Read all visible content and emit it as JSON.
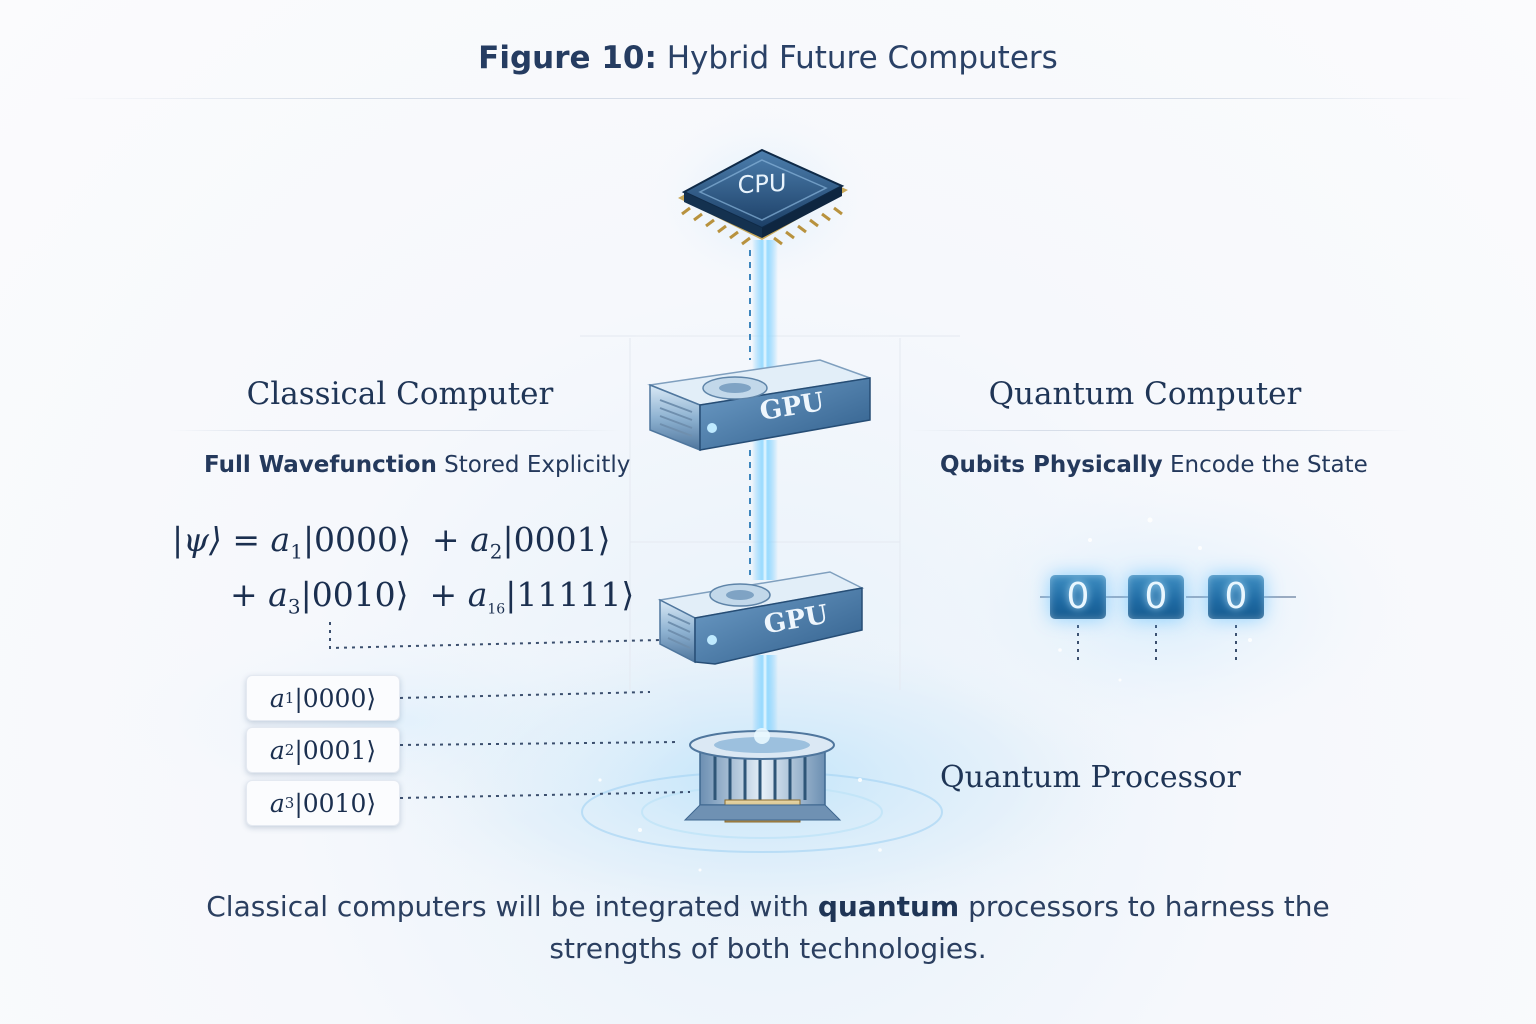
{
  "figure": {
    "label": "Figure 10:",
    "title": "Hybrid Future Computers"
  },
  "classical": {
    "heading": "Classical Computer",
    "sub_bold": "Full Wavefunction",
    "sub_rest": " Stored Explicitly"
  },
  "quantum": {
    "heading": "Quantum Computer",
    "sub_bold": "Qubits Physically",
    "sub_rest": " Encode the State",
    "qubits": [
      "0",
      "0",
      "0"
    ],
    "processor_label": "Quantum Processor"
  },
  "hardware": {
    "cpu_label": "CPU",
    "gpu_top_label": "GPU",
    "gpu_bottom_label": "GPU"
  },
  "equation": {
    "psi": "|ψ⟩ = ",
    "coef": "a",
    "line1": [
      {
        "sub": "1",
        "ket": "|0000⟩"
      },
      {
        "sub": "2",
        "ket": "|0001⟩"
      }
    ],
    "line2": [
      {
        "sub": "3",
        "ket": "|0010⟩"
      },
      {
        "sub": "16",
        "ket": "|11111⟩"
      }
    ],
    "plus": "+"
  },
  "amplitudes": [
    {
      "sub": "1",
      "ket": "|0000⟩"
    },
    {
      "sub": "2",
      "ket": "|0001⟩"
    },
    {
      "sub": "3",
      "ket": "|0010⟩"
    }
  ],
  "caption": {
    "part1": "Classical computers will be integrated with ",
    "bold": "quantum",
    "part2": " processors to harness the",
    "line2": "strengths of both technologies."
  },
  "colors": {
    "beam": "#6ec8ff",
    "text": "#1f3556",
    "qubit": "#1f6aa3"
  }
}
